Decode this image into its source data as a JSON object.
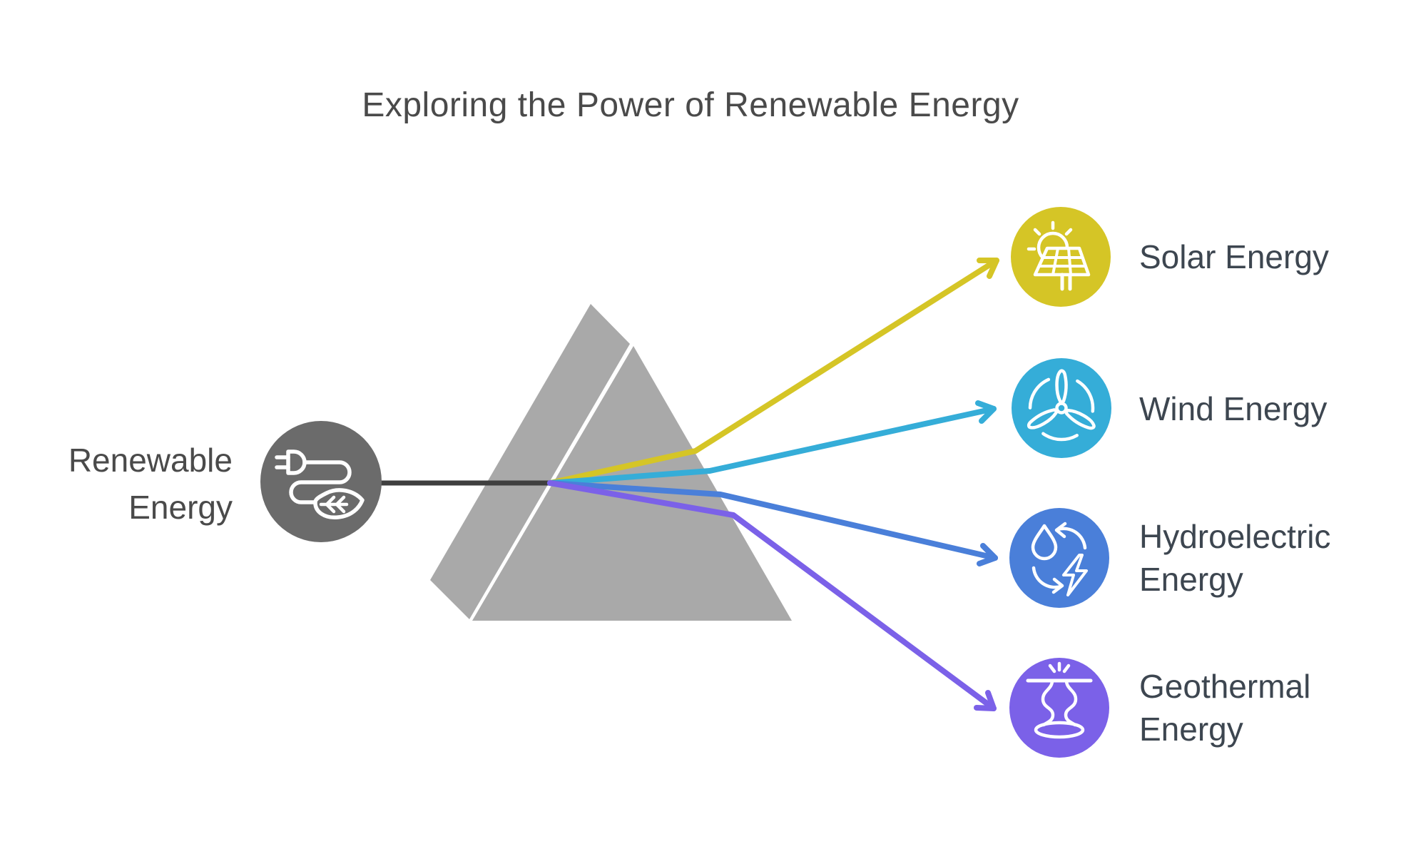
{
  "title": "Exploring the Power of Renewable Energy",
  "text_colors": {
    "title": "#4a4a4a",
    "source_label": "#4a4a4a",
    "branch_label": "#3d4650"
  },
  "prism": {
    "color": "#a9a9a9"
  },
  "beam": {
    "color": "#3f3f3f"
  },
  "source": {
    "label": "Renewable Energy",
    "icon": "plug-leaf-icon",
    "color": "#6b6b6b"
  },
  "branches": [
    {
      "label": "Solar Energy",
      "icon": "solar-panel-sun-icon",
      "color": "#d5c526"
    },
    {
      "label": "Wind Energy",
      "icon": "wind-turbine-icon",
      "color": "#35add8"
    },
    {
      "label": "Hydroelectric Energy",
      "icon": "water-lightning-cycle-icon",
      "color": "#4a7fd9"
    },
    {
      "label": "Geothermal Energy",
      "icon": "geyser-icon",
      "color": "#7b61e8"
    }
  ]
}
